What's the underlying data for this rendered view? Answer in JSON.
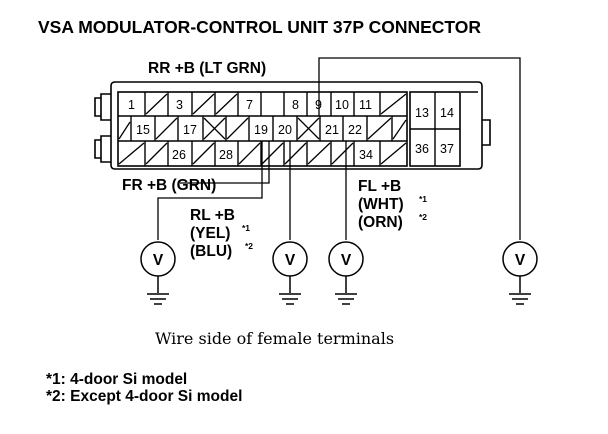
{
  "title": "VSA MODULATOR-CONTROL UNIT 37P CONNECTOR",
  "wires": {
    "rr": "RR +B (LT GRN)",
    "fr": "FR +B (GRN)",
    "rl_line1": "RL +B",
    "rl_line2": "(YEL)",
    "rl_line3": "(BLU)",
    "fl_line1": "FL +B",
    "fl_line2": "(WHT)",
    "fl_line3": "(ORN)",
    "mark1": "*1",
    "mark2": "*2"
  },
  "voltmeter_symbol": "V",
  "pins": {
    "p1": "1",
    "p3": "3",
    "p7": "7",
    "p8": "8",
    "p9": "9",
    "p10": "10",
    "p11": "11",
    "p13": "13",
    "p14": "14",
    "p15": "15",
    "p17": "17",
    "p19": "19",
    "p20": "20",
    "p21": "21",
    "p22": "22",
    "p26": "26",
    "p28": "28",
    "p34": "34",
    "p36": "36",
    "p37": "37"
  },
  "caption": "Wire side of female terminals",
  "notes": {
    "note1": "*1: 4-door Si model",
    "note2": "*2: Except 4-door Si model"
  }
}
